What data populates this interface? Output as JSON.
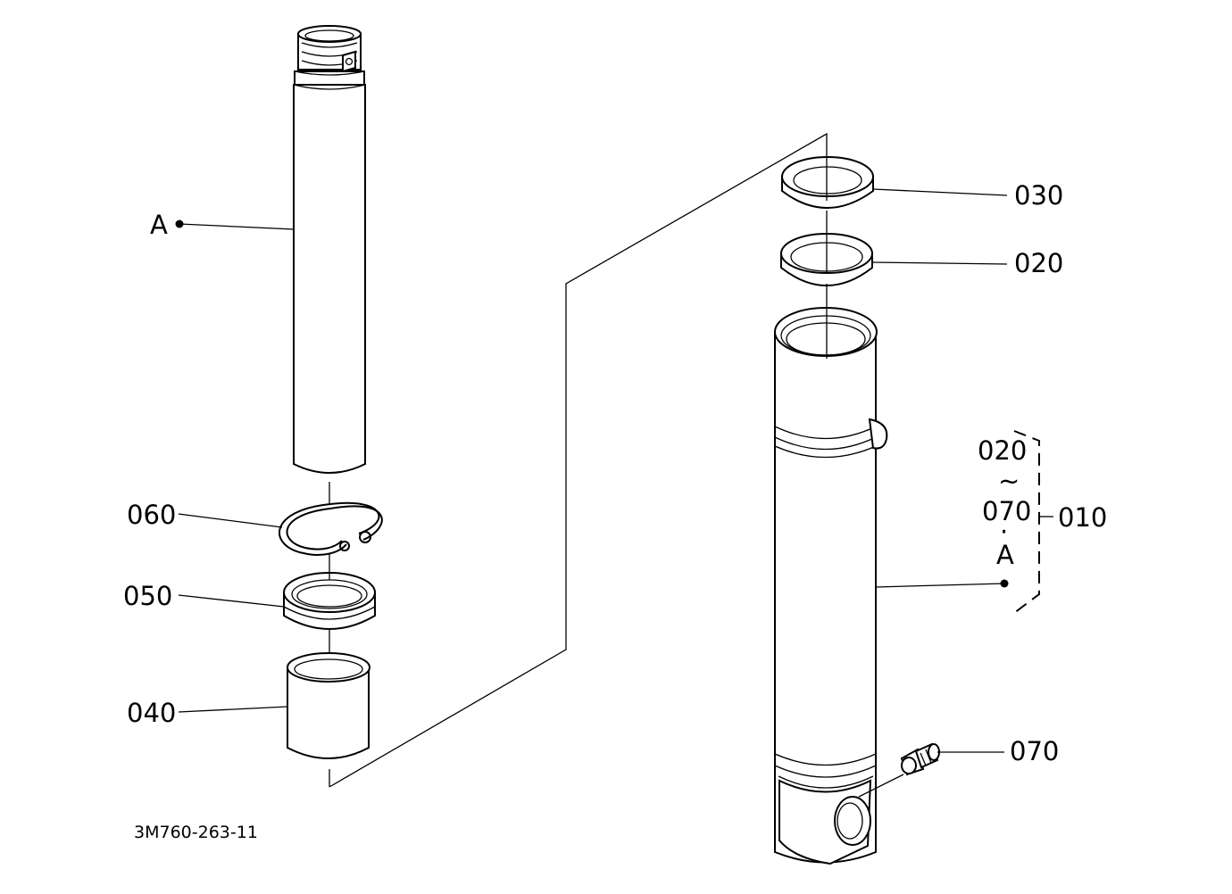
{
  "drawing_code": "3M760-263-11",
  "callouts": {
    "label_a_left": "A",
    "part_030": "030",
    "part_020": "020",
    "part_060": "060",
    "part_050": "050",
    "part_040": "040",
    "part_070": "070",
    "part_010": "010",
    "group_from": "020",
    "group_tilde": "~",
    "group_to": "070",
    "group_dot": "·",
    "group_a": "A"
  }
}
